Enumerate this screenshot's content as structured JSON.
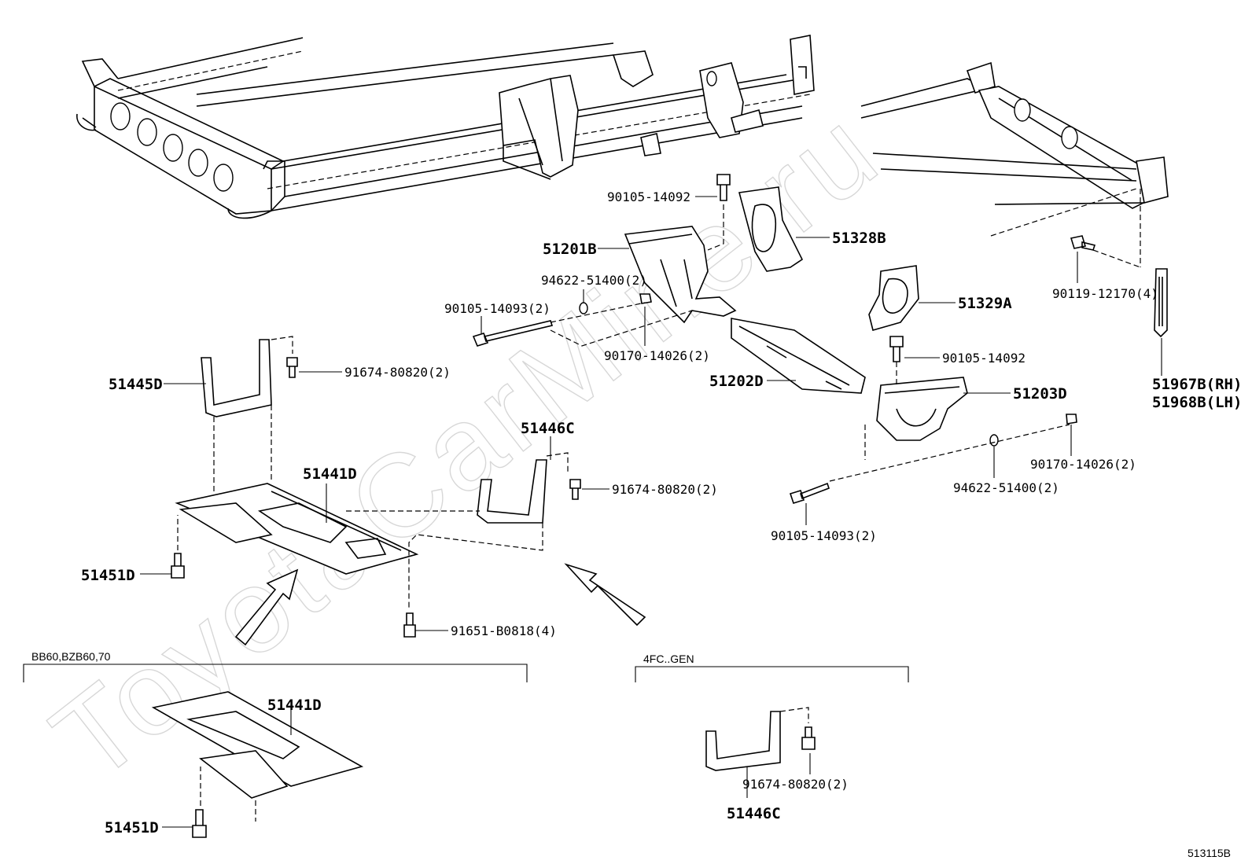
{
  "watermark": "ToyotaCarMine.ru",
  "diagram_code": "513115B",
  "groups": {
    "left": "BB60,BZB60,70",
    "right": "4FC..GEN"
  },
  "parts": {
    "p90105_14092_a": "90105-14092",
    "p51201B": "51201B",
    "p51328B": "51328B",
    "p94622_51400_a": "94622-51400(2)",
    "p90105_14093_a": "90105-14093(2)",
    "p90170_14026_a": "90170-14026(2)",
    "p51329A": "51329A",
    "p90119_12170": "90119-12170(4)",
    "p90105_14092_b": "90105-14092",
    "p51202D": "51202D",
    "p51203D": "51203D",
    "p51967B": "51967B(RH)",
    "p51968B": "51968B(LH)",
    "p51445D": "51445D",
    "p91674_80820_a": "91674-80820(2)",
    "p51446C_a": "51446C",
    "p91674_80820_b": "91674-80820(2)",
    "p51441D_a": "51441D",
    "p51451D_a": "51451D",
    "p91651_B0818": "91651-B0818(4)",
    "p90170_14026_b": "90170-14026(2)",
    "p94622_51400_b": "94622-51400(2)",
    "p90105_14093_b": "90105-14093(2)",
    "p51441D_b": "51441D",
    "p51451D_b": "51451D",
    "p91674_80820_c": "91674-80820(2)",
    "p51446C_b": "51446C"
  }
}
